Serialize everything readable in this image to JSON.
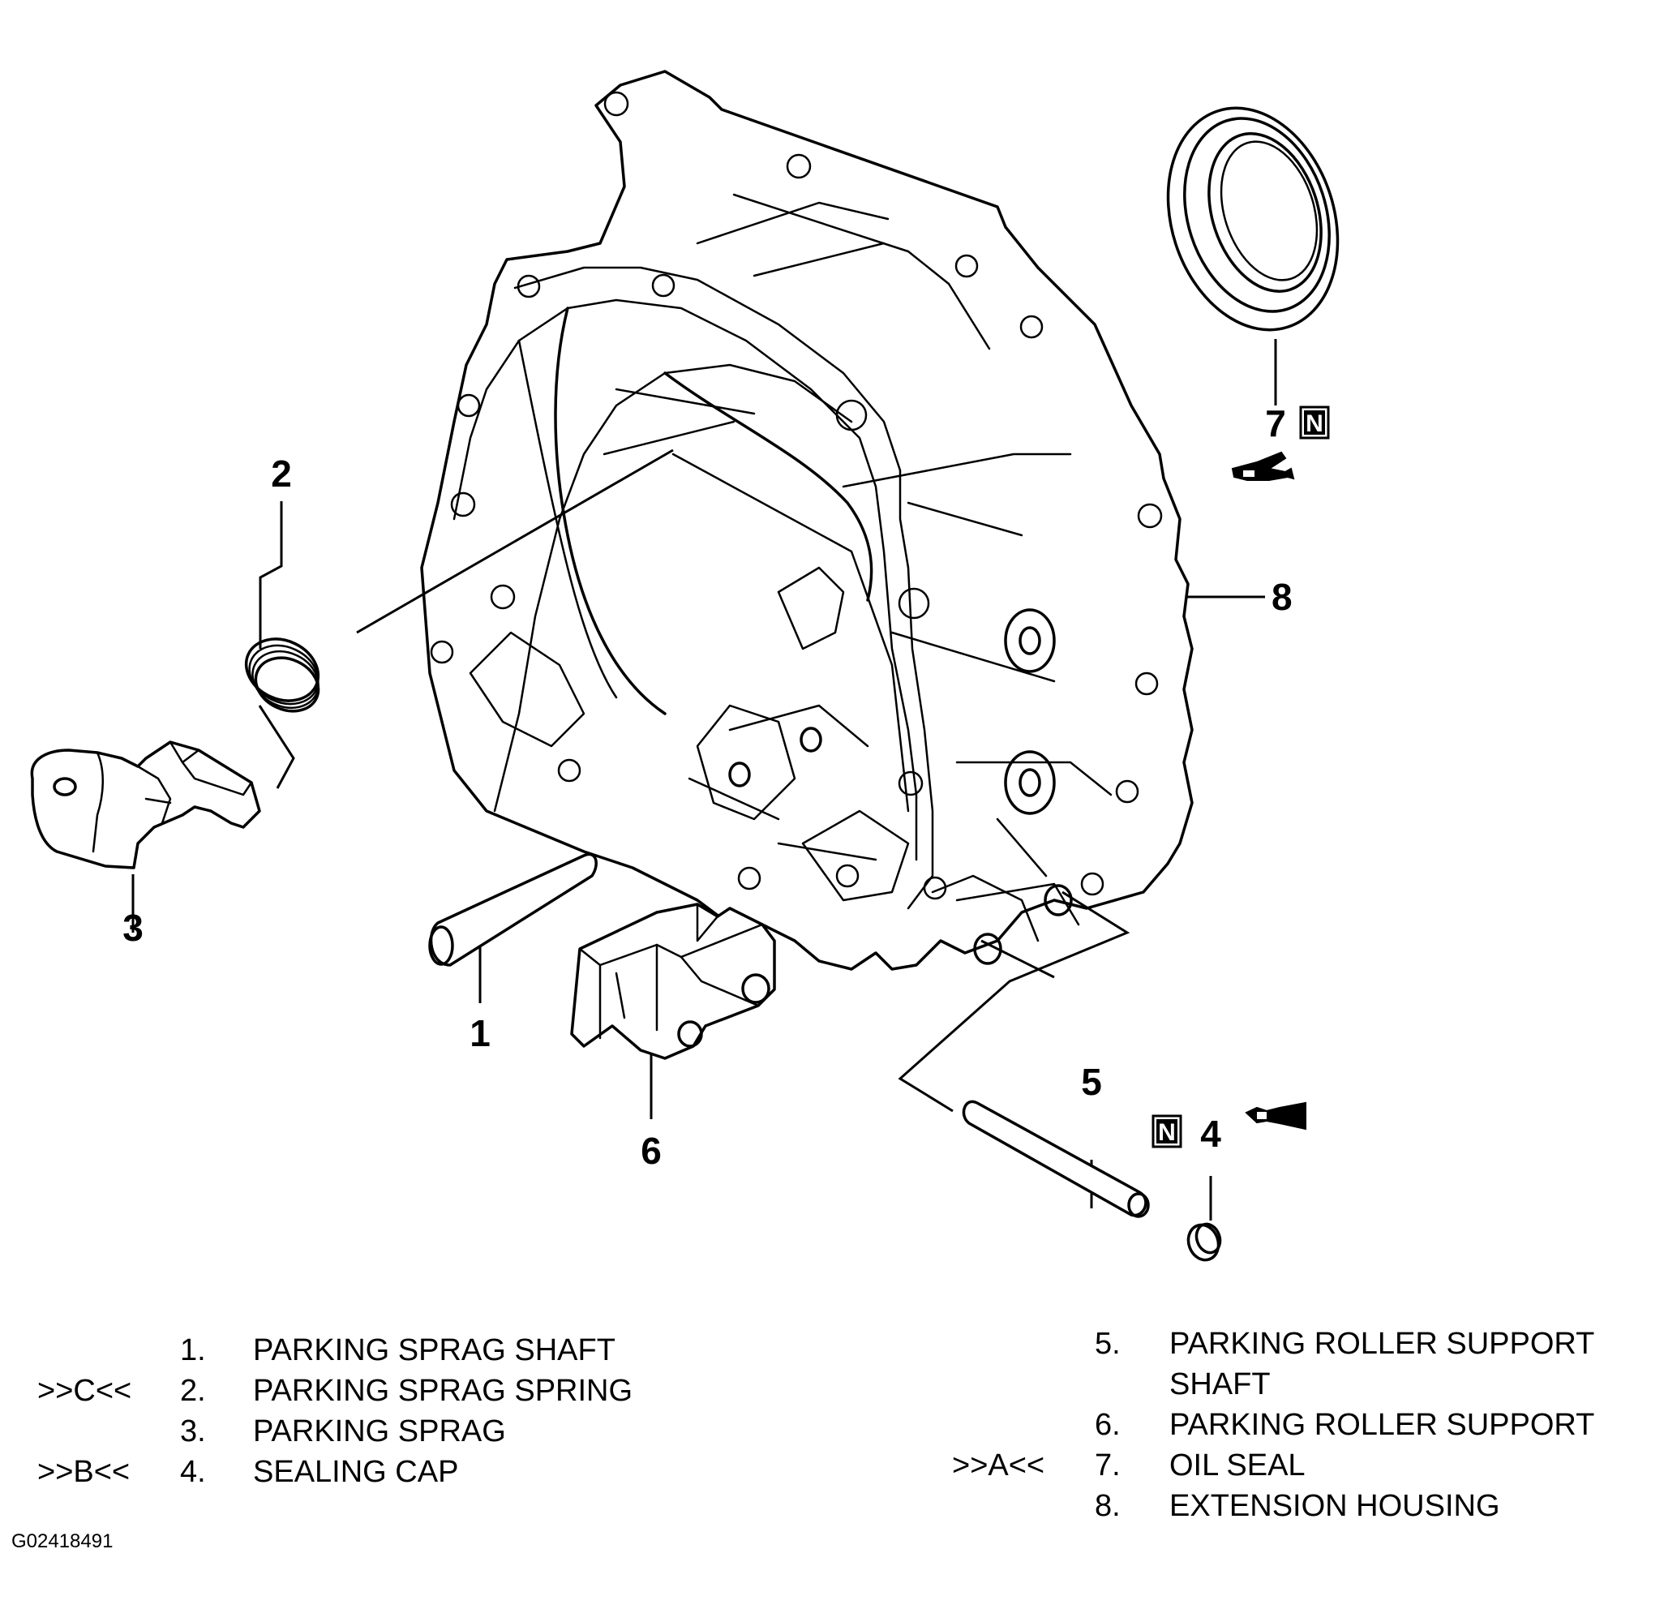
{
  "callouts": [
    "1",
    "2",
    "3",
    "4",
    "5",
    "6",
    "7",
    "8"
  ],
  "symbols": {
    "new_part": "N",
    "n_icon": "new-part-n-icon",
    "grease_icon": "grease-tube-icon",
    "sealant_icon": "sealant-tube-icon"
  },
  "legend": {
    "left": [
      {
        "ref": "",
        "num": "1.",
        "text": "PARKING SPRAG SHAFT"
      },
      {
        "ref": ">>C<<",
        "num": "2.",
        "text": "PARKING SPRAG SPRING"
      },
      {
        "ref": "",
        "num": "3.",
        "text": "PARKING SPRAG"
      },
      {
        "ref": ">>B<<",
        "num": "4.",
        "text": "SEALING CAP"
      }
    ],
    "right": [
      {
        "ref": "",
        "num": "5.",
        "text": "PARKING ROLLER SUPPORT",
        "text2": "SHAFT"
      },
      {
        "ref": "",
        "num": "6.",
        "text": "PARKING ROLLER SUPPORT"
      },
      {
        "ref": ">>A<<",
        "num": "7.",
        "text": "OIL SEAL"
      },
      {
        "ref": "",
        "num": "8.",
        "text": "EXTENSION HOUSING"
      }
    ]
  },
  "figure_id": "G02418491"
}
